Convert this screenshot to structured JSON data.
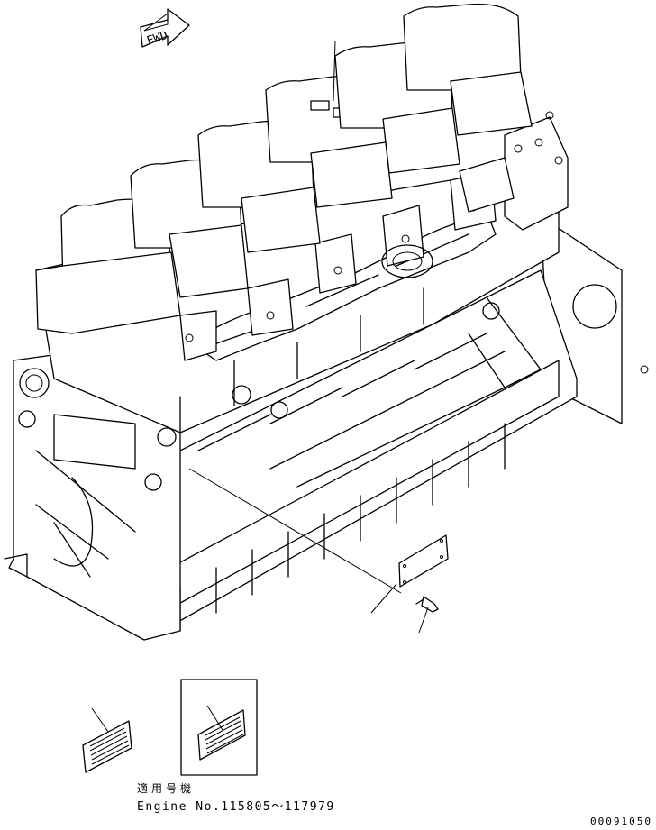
{
  "fwd_marker": {
    "label": "FWD",
    "icon": "forward-arrow-icon"
  },
  "caption": {
    "applicable_label": "適用号機",
    "engine_number": "Engine No.115805～117979"
  },
  "drawing_code": "00091050",
  "colors": {
    "line": "#000000",
    "background": "#ffffff"
  }
}
